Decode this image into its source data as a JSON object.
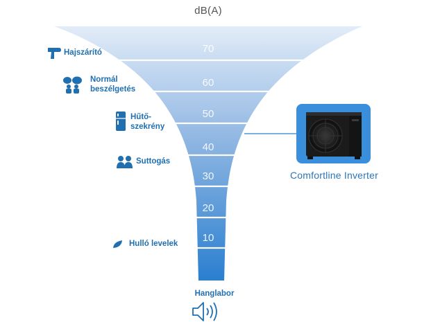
{
  "unit_label": "dB(A)",
  "levels": [
    "70",
    "60",
    "50",
    "40",
    "30",
    "20",
    "10"
  ],
  "sources": [
    {
      "label": "Hajszárító",
      "icon": "hair-dryer-icon"
    },
    {
      "label": "Normál beszélgetés",
      "icon": "speech-bubbles-icon"
    },
    {
      "label": "Hűtő-szekrény",
      "icon": "refrigerator-icon"
    },
    {
      "label": "Suttogás",
      "icon": "whispering-people-icon"
    },
    {
      "label": "Hulló levelek",
      "icon": "leaf-icon"
    }
  ],
  "product": {
    "name": "Comfortline Inverter",
    "level_db": 45
  },
  "bottom": {
    "label": "Hanglabor",
    "icon": "speaker-icon"
  },
  "colors": {
    "funnel_top": "#dce8f7",
    "funnel_bottom": "#2a7fd0",
    "label_blue": "#1f6fb1",
    "product_bg": "#3a8fdd"
  }
}
